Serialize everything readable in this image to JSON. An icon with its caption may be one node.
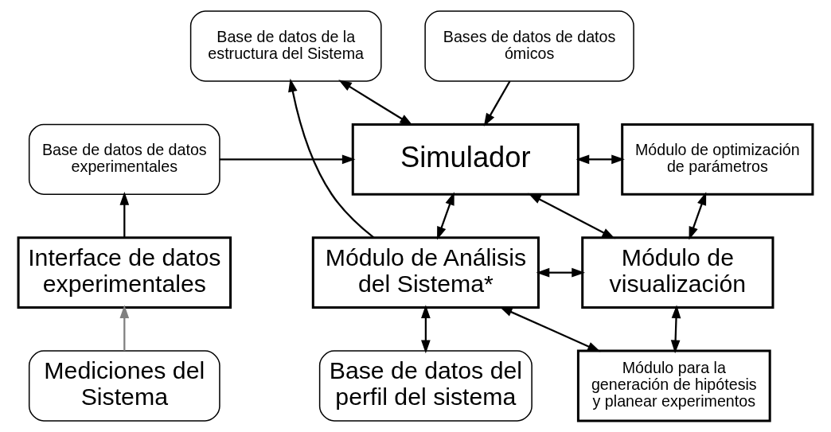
{
  "diagram": {
    "nodes": [
      {
        "text": [
          "Bases de datos de datos ómicos"
        ]
      },
      {
        "text": [
          "Base de datos de la estructura del Sistema"
        ]
      },
      {
        "text": [
          "Base de datos de datos experimentales"
        ]
      },
      {
        "text": [
          "Simulador"
        ]
      },
      {
        "text": [
          "Módulo de optimización de parámetros"
        ]
      },
      {
        "text": [
          "Interface de datos experimentales"
        ]
      },
      {
        "text": [
          "Módulo de Análisis del Sistema*"
        ]
      },
      {
        "text": [
          "Módulo de visualización"
        ]
      },
      {
        "text": [
          "Mediciones del Sistema"
        ]
      },
      {
        "text": [
          "Base de datos del perfil del sistema"
        ]
      },
      {
        "text": [
          "Módulo para la generación de hipótesis y planear experimentos"
        ]
      }
    ],
    "edges": [
      {
        "from": 0,
        "to": 3,
        "arrow": "to"
      },
      {
        "from": 2,
        "to": 3,
        "arrow": "to"
      },
      {
        "from": 5,
        "to": 2,
        "arrow": "to"
      },
      {
        "from": 8,
        "to": 5,
        "arrow": "to",
        "color": "#808080"
      },
      {
        "from": 3,
        "to": 1,
        "arrow": "both"
      },
      {
        "from": 6,
        "to": 1,
        "arrow": "to"
      },
      {
        "from": 3,
        "to": 4,
        "arrow": "both"
      },
      {
        "from": 3,
        "to": 6,
        "arrow": "both"
      },
      {
        "from": 3,
        "to": 7,
        "arrow": "both"
      },
      {
        "from": 4,
        "to": 7,
        "arrow": "both"
      },
      {
        "from": 6,
        "to": 7,
        "arrow": "both"
      },
      {
        "from": 7,
        "to": 10,
        "arrow": "both"
      },
      {
        "from": 6,
        "to": 9,
        "arrow": "both"
      },
      {
        "from": 6,
        "to": 10,
        "arrow": "both"
      }
    ]
  }
}
